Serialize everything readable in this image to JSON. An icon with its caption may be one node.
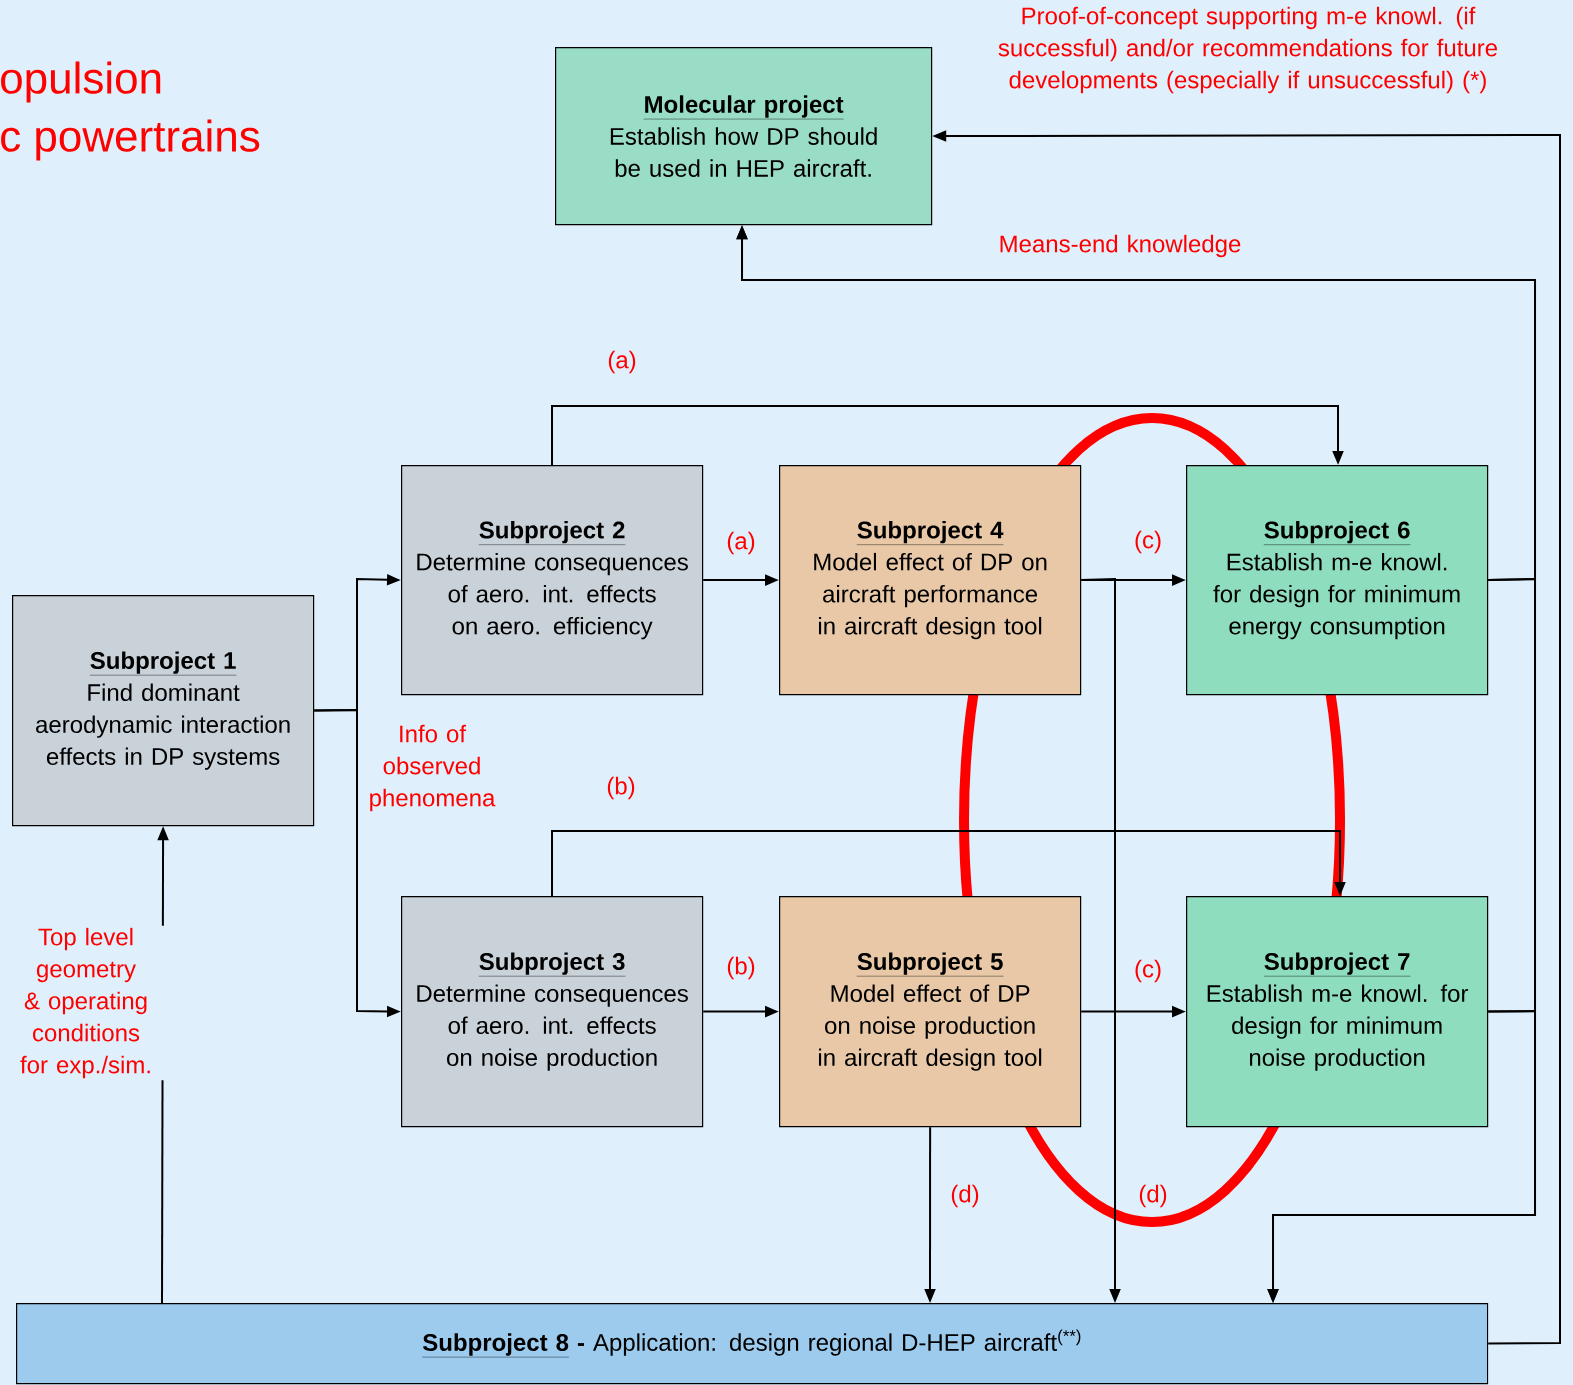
{
  "diagram": {
    "nodes": [
      {
        "text": [
          "Molecular project",
          "Establish how DP should be used in HEP aircraft."
        ]
      },
      {
        "text": [
          "Subproject 1",
          "Find dominant aerodynamic interaction effects in DP systems"
        ]
      },
      {
        "text": [
          "Subproject 2",
          "Determine consequences of aero. int. effects on aero. efficiency"
        ]
      },
      {
        "text": [
          "Subproject 4",
          "Model effect of DP on aircraft performance in aircraft design tool"
        ]
      },
      {
        "text": [
          "Subproject 6",
          "Establish m-e knowl. for design for minimum energy consumption"
        ]
      },
      {
        "text": [
          "Subproject 3",
          "Determine consequences of aero. int. effects on noise production"
        ]
      },
      {
        "text": [
          "Subproject 5",
          "Model effect of DP on noise production in aircraft design tool"
        ]
      },
      {
        "text": [
          "Subproject 7",
          "Establish m-e knowl. for design for minimum noise production"
        ]
      },
      {
        "text": [
          "Subproject 8",
          "**-** Application: design regional D-HEP aircraft$^{(**)}$"
        ]
      }
    ],
    "edges": [
      {
        "from": 1,
        "to": 2,
        "arrow": "to"
      },
      {
        "from": 1,
        "to": 5,
        "arrow": "to"
      },
      {
        "from": 2,
        "to": 3,
        "arrow": "to",
        "label": "(a)"
      },
      {
        "from": 2,
        "to": 4,
        "arrow": "to",
        "label": "(a)"
      },
      {
        "from": 3,
        "to": 4,
        "arrow": "to",
        "label": "(c)"
      },
      {
        "from": 3,
        "to": 8,
        "arrow": "to",
        "label": "(d)"
      },
      {
        "from": 5,
        "to": 6,
        "arrow": "to",
        "label": "(b)"
      },
      {
        "from": 5,
        "to": 7,
        "arrow": "to",
        "label": "(b)"
      },
      {
        "from": 6,
        "to": 7,
        "arrow": "to",
        "label": "(c)"
      },
      {
        "from": 6,
        "to": 8,
        "arrow": "to",
        "label": "(d)"
      },
      {
        "from": 4,
        "to": 0,
        "arrow": "to",
        "label": "Means-end knowledge"
      },
      {
        "from": 7,
        "to": 0,
        "arrow": "to"
      },
      {
        "from": 4,
        "to": 8,
        "arrow": "to"
      },
      {
        "from": 7,
        "to": 8,
        "arrow": "to"
      },
      {
        "from": 8,
        "to": 0,
        "arrow": "to",
        "label": "Proof-of-concept supporting m-e knowl. (if successful) and/or recommendations for future developments (especially if unsuccessful) (*)"
      },
      {
        "from": 8,
        "to": 1,
        "arrow": "to",
        "label": "Top level geometry & operating conditions for exp./sim."
      }
    ],
    "labels": [
      "opulsion",
      "c powertrains",
      "Info of observed phenomena"
    ]
  }
}
